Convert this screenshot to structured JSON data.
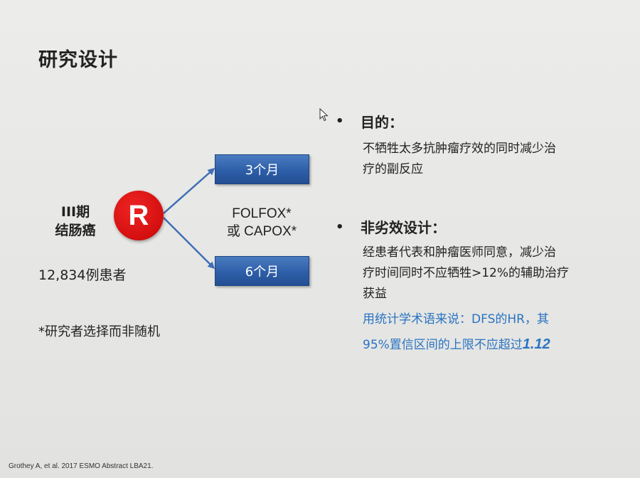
{
  "title": "研究设计",
  "left": {
    "stage_line1": "III期",
    "stage_line2": "结肠癌",
    "patients": "12,834例患者",
    "note": "*研究者选择而非随机"
  },
  "randomization": {
    "letter": "R",
    "color": "#d40f0f"
  },
  "arms": {
    "top": "3个月",
    "bottom": "6个月",
    "color": "#2d5ea8"
  },
  "regimen": {
    "line1": "FOLFOX*",
    "line2": "或 CAPOX*"
  },
  "right": {
    "bullet_symbol": "•",
    "objective": {
      "heading": "目的：",
      "line1": "不牺牲太多抗肿瘤疗效的同时减少治",
      "line2": "疗的副反应"
    },
    "noninferiority": {
      "heading": "非劣效设计：",
      "line1": "经患者代表和肿瘤医师同意，减少治",
      "line2": "疗时间同时不应牺牲>12%的辅助治疗",
      "line3": "获益",
      "stat_line1": "用统计学术语来说：DFS的HR，其",
      "stat_line2_prefix": "95%置信区间的上限不应超过",
      "stat_value": "1.12",
      "stat_color": "#2a74c2"
    }
  },
  "citation": "Grothey A, et al. 2017 ESMO Abstract LBA21."
}
